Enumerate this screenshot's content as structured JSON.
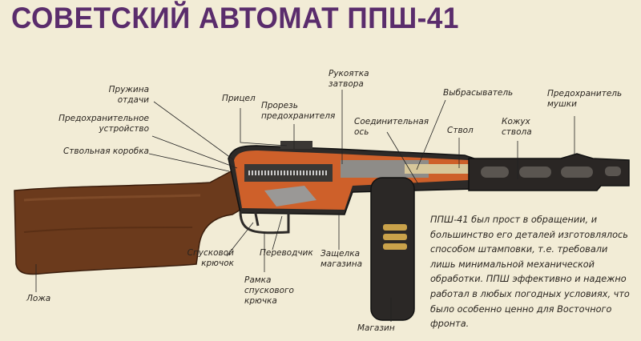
{
  "title": "СОВЕТСКИЙ АВТОМАТ ППШ-41",
  "labels": {
    "recoil_spring": [
      "Пружина",
      "отдачи"
    ],
    "safety_device": [
      "Предохранительное",
      "устройство"
    ],
    "receiver": "Ствольная коробка",
    "sight": "Прицел",
    "safety_slot": [
      "Прорезь",
      "предохранителя"
    ],
    "bolt_handle": [
      "Рукоятка",
      "затвора"
    ],
    "connecting_axis": [
      "Соединительная",
      "ось"
    ],
    "ejector": "Выбрасыватель",
    "barrel": "Ствол",
    "barrel_jacket": [
      "Кожух",
      "ствола"
    ],
    "front_sight_guard": [
      "Предохранитель",
      "мушки"
    ],
    "stock": "Ложа",
    "trigger": [
      "Спусковой",
      "крючок"
    ],
    "selector": "Переводчик",
    "trigger_frame": [
      "Рамка",
      "спускового",
      "крючка"
    ],
    "magazine_catch": [
      "Защелка",
      "магазина"
    ],
    "magazine": "Магазин"
  },
  "description": [
    "ППШ-41 был прост в обращении, и",
    "большинство его деталей изготовлялось",
    "способом штамповки, т.е. требовали",
    "лишь минимальной механической",
    "обработки. ППШ эффективно и надежно",
    "работал в любых погодных условиях, что",
    "было особенно ценно для Восточного",
    "фронта."
  ],
  "colors": {
    "title": "#5a2c6c",
    "background": "#f2ecd6",
    "wood": "#6b3a1c",
    "cutaway": "#e0662a"
  }
}
